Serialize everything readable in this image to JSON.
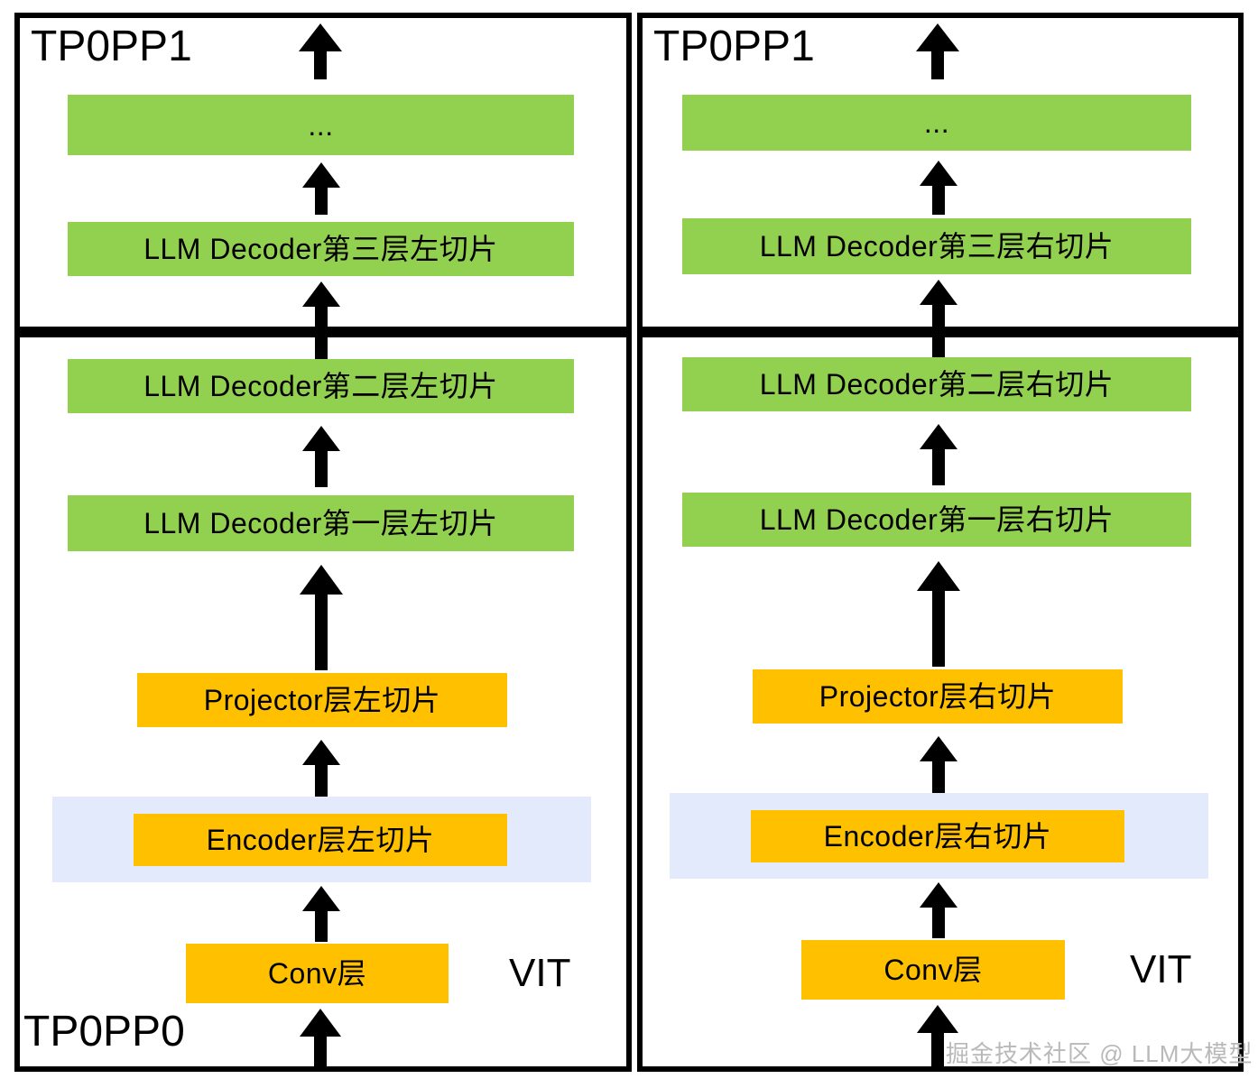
{
  "diagram": {
    "title": "VIT + LLM tensor-parallel / pipeline-parallel partition diagram",
    "watermark": "掘金技术社区 @ LLM大模型",
    "colors": {
      "green_block": "#92D050",
      "orange_block": "#FFC000",
      "encoder_band": "#E2EAFB",
      "border": "#000000",
      "background": "#FFFFFF"
    },
    "labels": {
      "stage_top_left": "TP0PP1",
      "stage_top_right": "TP0PP1",
      "stage_bottom_left": "TP0PP0",
      "vit_left": "VIT",
      "vit_right": "VIT"
    },
    "columns": [
      {
        "id": "left-rank",
        "stage_top": "TP0PP1",
        "stage_bottom": "TP0PP0",
        "vit": "VIT",
        "blocks": [
          {
            "id": "ellipsis-top",
            "label": "...",
            "color": "green",
            "stage": "PP1"
          },
          {
            "id": "llm-decoder-3",
            "label": "LLM Decoder第三层左切片",
            "color": "green",
            "stage": "PP1"
          },
          {
            "id": "llm-decoder-2",
            "label": "LLM Decoder第二层左切片",
            "color": "green",
            "stage": "PP0"
          },
          {
            "id": "llm-decoder-1",
            "label": "LLM Decoder第一层左切片",
            "color": "green",
            "stage": "PP0"
          },
          {
            "id": "projector",
            "label": "Projector层左切片",
            "color": "orange",
            "stage": "PP0"
          },
          {
            "id": "encoder",
            "label": "Encoder层左切片",
            "color": "orange",
            "stage": "PP0"
          },
          {
            "id": "conv",
            "label": "Conv层",
            "color": "orange",
            "stage": "PP0"
          }
        ]
      },
      {
        "id": "right-rank",
        "stage_top": "TP0PP1",
        "stage_bottom": "",
        "vit": "VIT",
        "blocks": [
          {
            "id": "ellipsis-top",
            "label": "...",
            "color": "green",
            "stage": "PP1"
          },
          {
            "id": "llm-decoder-3",
            "label": "LLM Decoder第三层右切片",
            "color": "green",
            "stage": "PP1"
          },
          {
            "id": "llm-decoder-2",
            "label": "LLM Decoder第二层右切片",
            "color": "green",
            "stage": "PP0"
          },
          {
            "id": "llm-decoder-1",
            "label": "LLM Decoder第一层右切片",
            "color": "green",
            "stage": "PP0"
          },
          {
            "id": "projector",
            "label": "Projector层右切片",
            "color": "orange",
            "stage": "PP0"
          },
          {
            "id": "encoder",
            "label": "Encoder层右切片",
            "color": "orange",
            "stage": "PP0"
          },
          {
            "id": "conv",
            "label": "Conv层",
            "color": "orange",
            "stage": "PP0"
          }
        ]
      }
    ],
    "flow_direction": "bottom-to-top"
  }
}
